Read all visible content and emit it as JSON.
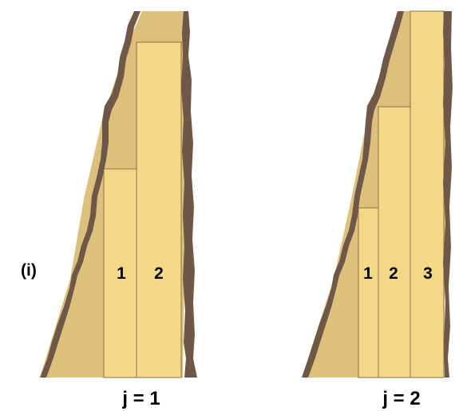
{
  "panel_label": "(i)",
  "left_panel": {
    "caption": "j = 1",
    "strip_labels": [
      "1",
      "2"
    ]
  },
  "right_panel": {
    "caption": "j = 2",
    "strip_labels": [
      "1",
      "2",
      "3"
    ]
  },
  "colors": {
    "bark": "#6f5848",
    "wood_bg": "#dcc17c",
    "strip_fill": "#f3d887",
    "strip_edge": "#8b7348"
  }
}
